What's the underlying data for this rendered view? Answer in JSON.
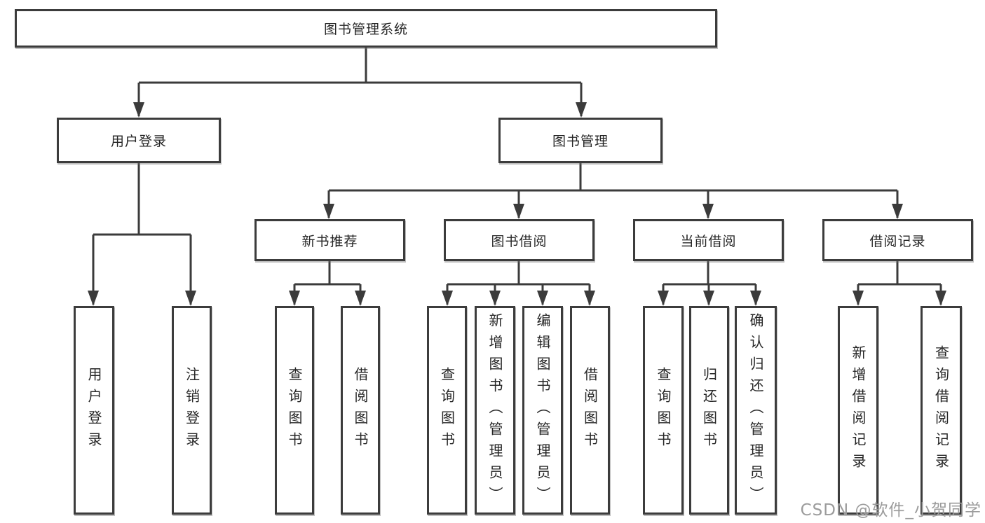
{
  "diagram": {
    "root": "图书管理系统",
    "level2": [
      {
        "label": "用户登录",
        "leaves": [
          "用户登录",
          "注销登录"
        ]
      },
      {
        "label": "图书管理",
        "children": [
          {
            "label": "新书推荐",
            "leaves": [
              "查询图书",
              "借阅图书"
            ]
          },
          {
            "label": "图书借阅",
            "leaves": [
              "查询图书",
              "新增图书（管理员）",
              "编辑图书（管理员）",
              "借阅图书"
            ]
          },
          {
            "label": "当前借阅",
            "leaves": [
              "查询图书",
              "归还图书",
              "确认归还（管理员）"
            ]
          },
          {
            "label": "借阅记录",
            "leaves": [
              "新增借阅记录",
              "查询借阅记录"
            ]
          }
        ]
      }
    ]
  },
  "watermark": "CSDN @软件_小贺同学",
  "colors": {
    "line": "#3b3b3b",
    "box_border": "#3c3c3c",
    "text": "#262626",
    "watermark": "#9b9b9b",
    "background": "#ffffff"
  }
}
